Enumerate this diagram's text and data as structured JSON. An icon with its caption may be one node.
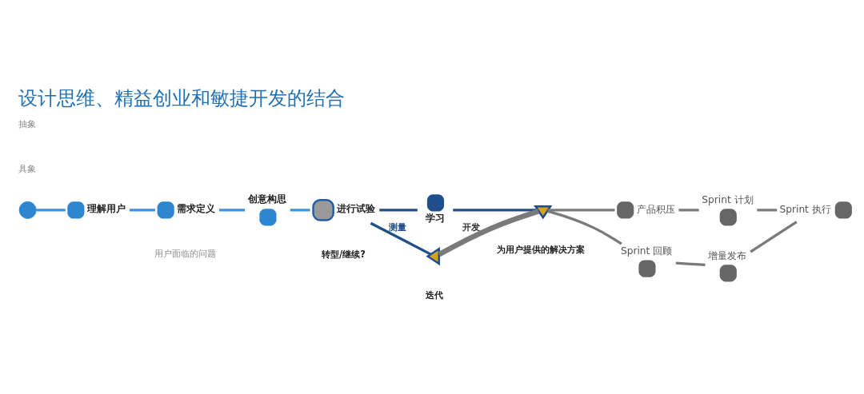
{
  "diagram": {
    "title": "设计思维、精益创业和敏捷开发的结合",
    "nodes": [
      {
        "text": [],
        "shape": "circle"
      },
      {
        "text": [
          "理解用户"
        ]
      },
      {
        "text": [
          "需求定义"
        ]
      },
      {
        "text": [
          "创意构思"
        ]
      },
      {
        "text": [
          "进行试验"
        ]
      },
      {
        "text": [
          "学习"
        ]
      },
      {
        "text": [],
        "shape": "triangle"
      },
      {
        "text": [],
        "shape": "triangle"
      },
      {
        "text": [
          "Sprint 计划"
        ]
      },
      {
        "text": [
          "Sprint 执行"
        ]
      },
      {
        "text": [
          "增量发布"
        ]
      },
      {
        "text": [
          "Sprint 回顾"
        ]
      },
      {
        "text": [
          "产品积压"
        ]
      }
    ],
    "edges": [
      {
        "from": 0,
        "to": 1,
        "arrow": "none",
        "color": "#3a95de"
      },
      {
        "from": 1,
        "to": 2,
        "arrow": "none",
        "color": "#3a95de"
      },
      {
        "from": 2,
        "to": 3,
        "arrow": "none",
        "color": "#3a95de"
      },
      {
        "from": 3,
        "to": 4,
        "arrow": "none",
        "color": "#3a95de"
      },
      {
        "from": 4,
        "to": 5,
        "arrow": "none",
        "color": "#1f4e8c"
      },
      {
        "from": 5,
        "to": 6,
        "arrow": "none",
        "color": "#1f4e8c"
      },
      {
        "from": 6,
        "to": 7,
        "arrow": "none",
        "label": "开发",
        "style": "thick"
      },
      {
        "from": 7,
        "to": 4,
        "arrow": "none",
        "label": "测量",
        "color": "#1f4e8c"
      },
      {
        "from": 6,
        "to": 12,
        "arrow": "none"
      },
      {
        "from": 12,
        "to": 8,
        "arrow": "none"
      },
      {
        "from": 8,
        "to": 9,
        "arrow": "none"
      },
      {
        "from": 9,
        "to": 10,
        "arrow": "none"
      },
      {
        "from": 10,
        "to": 11,
        "arrow": "none"
      },
      {
        "from": 11,
        "to": 6,
        "arrow": "none"
      }
    ],
    "labels": [
      "抽象",
      "具象",
      "转型/继续?",
      "迭代",
      "用户面临的问题",
      "为用户提供的解决方案"
    ]
  }
}
